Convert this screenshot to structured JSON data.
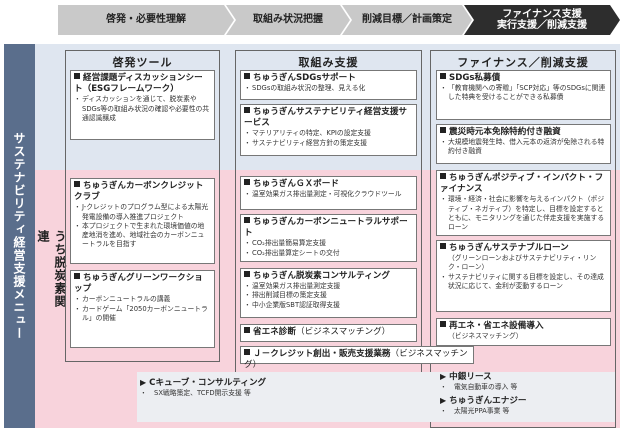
{
  "chevrons": [
    "啓発・必要性理解",
    "取組み状況把握",
    "削減目標／計画策定",
    "ファイナンス支援\n実行支援／削減支援"
  ],
  "left_label": "サステナビリティ経営支援メニュー",
  "sub_label": "うち脱炭素関連",
  "columns": {
    "c1": {
      "title": "啓発ツール"
    },
    "c2": {
      "title": "取組み支援"
    },
    "c3": {
      "title": "ファイナンス／削減支援"
    }
  },
  "items": {
    "esg": {
      "title": "経営課題ディスカッションシート（ESGフレームワーク）",
      "bullets": [
        "ディスカッションを通じて、脱炭素やSDGs等の取組み状況の確認や必要性の共通認識醸成"
      ]
    },
    "carbon_club": {
      "title": "ちゅうぎんカーボンクレジットクラブ",
      "bullets": [
        "J-クレジットのプログラム型による太陽光発電設備の導入推進プロジェクト",
        "本プロジェクトで生まれた環境価値の地産地消を進め、地域社会のカーボンニュートラルを目指す"
      ]
    },
    "green_work": {
      "title": "ちゅうぎんグリーンワークショップ",
      "bullets": [
        "カーボンニュートラルの講義",
        "カードゲーム「2050カーボンニュートラル」の開催"
      ]
    },
    "sdgs_support": {
      "title": "ちゅうぎんSDGsサポート",
      "bullets": [
        "SDGsの取組み状況の整理、見える化"
      ]
    },
    "sustain_support": {
      "title": "ちゅうぎんサステナビリティ経営支援サービス",
      "bullets": [
        "マテリアリティの特定、KPIの設定支援",
        "サステナビリティ経営方針の策定支援"
      ]
    },
    "gx": {
      "title": "ちゅうぎんＧＸボード",
      "bullets": [
        "温室効果ガス排出量測定・可視化クラウドツール"
      ]
    },
    "cn_support": {
      "title": "ちゅうぎんカーボンニュートラルサポート",
      "bullets": [
        "CO₂排出量簡易算定支援",
        "CO₂排出量算定シートの交付"
      ]
    },
    "consult": {
      "title": "ちゅうぎん脱炭素コンサルティング",
      "bullets": [
        "温室効果ガス排出量測定支援",
        "排出削減目標の策定支援",
        "中小企業版SBT認証取得支援"
      ]
    },
    "energy_diag": {
      "title": "省エネ診断",
      "note": "（ビジネスマッチング）"
    },
    "jcredit": {
      "title": "Ｊ－クレジット創出・販売支援業務",
      "note": "（ビジネスマッチング）"
    },
    "sdgs_loan": {
      "title": "SDGs私募債",
      "bullets": [
        "「教育機関への寄贈」「SCP対応」等のSDGsに関連した特典を受けることができる私募債"
      ]
    },
    "disaster": {
      "title": "震災時元本免除特約付き融資",
      "bullets": [
        "大規模地震発生時、借入元本の返済が免除される特約付き融資"
      ]
    },
    "positive": {
      "title": "ちゅうぎんポジティブ・インパクト・ファイナンス",
      "bullets": [
        "環境・経済・社会に影響を与えるインパクト（ポジティブ・ネガティブ）を特定し、目標を設定するとともに、モニタリングを通じた伴走支援を実施するローン"
      ]
    },
    "sust_loan": {
      "title": "ちゅうぎんサステナブルローン",
      "bullets": [
        "（グリーンローンおよびサステナビリティ・リンク・ローン）",
        "サステナビリティに関する目標を設定し、その達成状況に応じて、金利が変動するローン"
      ]
    },
    "renew": {
      "title": "再エネ・省エネ設備導入",
      "note": "（ビジネスマッチング）"
    },
    "cqube": {
      "title": "Cキューブ・コンサルティング",
      "bullets": [
        "SX戦略策定、TCFD開示支援 等"
      ]
    },
    "chugin_lease": {
      "title": "中銀リース",
      "bullets": [
        "電気自動車の導入 等"
      ]
    },
    "chugin_energy": {
      "title": "ちゅうぎんエナジー",
      "bullets": [
        "太陽光PPA事業 等"
      ]
    }
  }
}
